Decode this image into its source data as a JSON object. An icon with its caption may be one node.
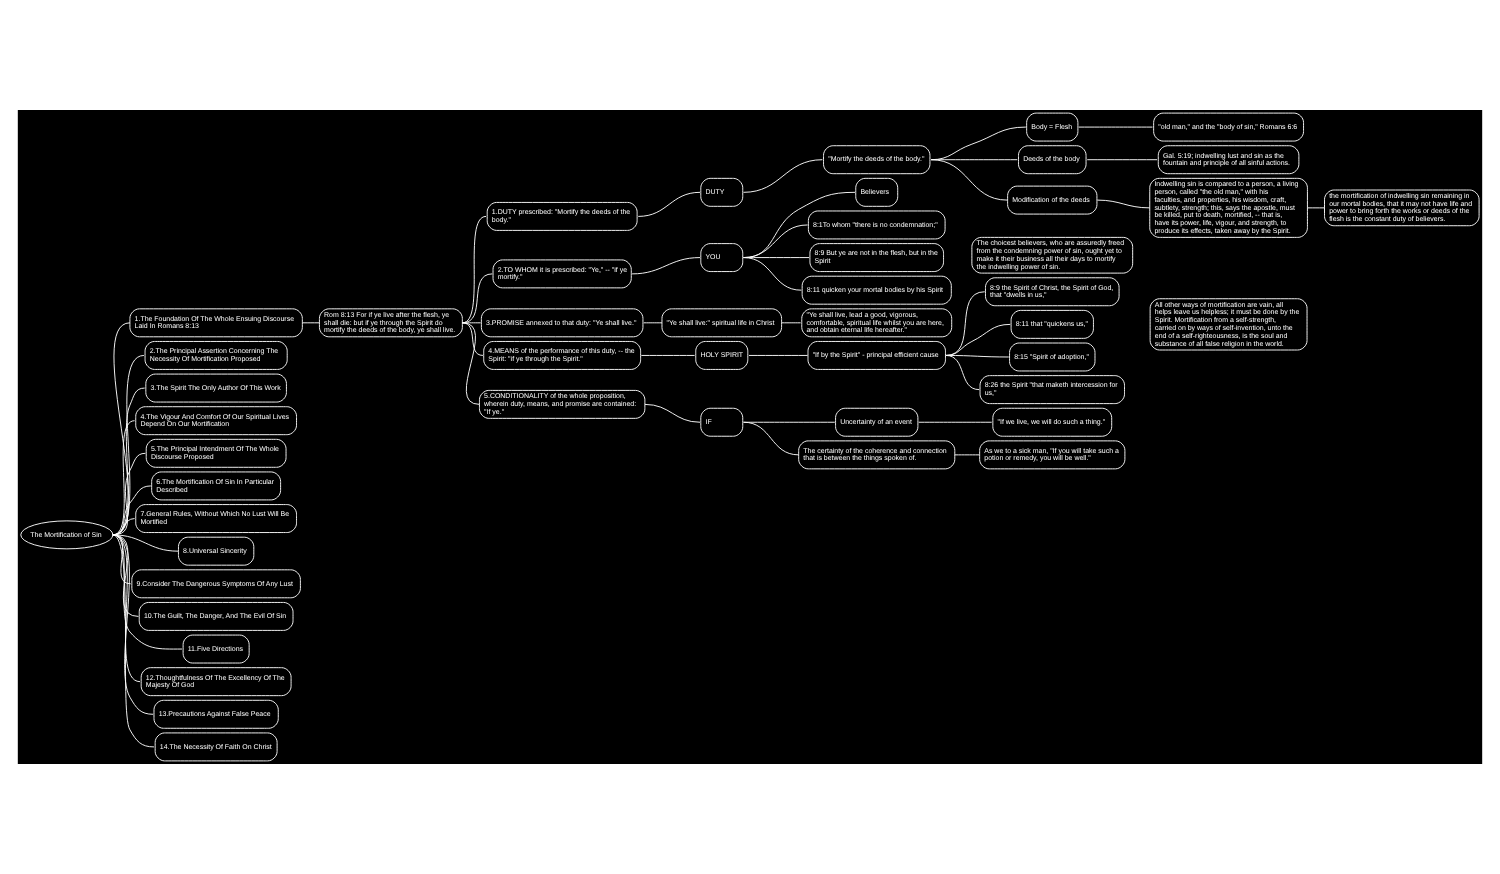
{
  "diagram": {
    "nodes": [
      {
        "text": [
          "The Mortification of Sin"
        ]
      },
      {
        "text": [
          "1.The Foundation Of The Whole Ensuing Discourse Laid In Romans 8:13"
        ]
      },
      {
        "text": [
          "Rom 8:13 For if ye live after the flesh, ye shall die: but if ye through the Spirit do mortify the deeds of the body, ye shall live."
        ]
      },
      {
        "text": [
          "1.DUTY prescribed: \"Mortify the deeds of the body.\""
        ]
      },
      {
        "text": [
          "DUTY"
        ]
      },
      {
        "text": [
          "\"Mortify the deeds of the body.\""
        ]
      },
      {
        "text": [
          "Body = Flesh"
        ]
      },
      {
        "text": [
          "\"old man,\" and the \"body of sin,\" Romans 6:6"
        ]
      },
      {
        "text": [
          "Deeds of the body"
        ]
      },
      {
        "text": [
          "Gal. 5:19; indwelling lust and sin as the fountain and principle of all sinful actions."
        ]
      },
      {
        "text": [
          "Modification of the deeds"
        ]
      },
      {
        "text": [
          "Indwelling sin is compared to a person, a living person, called \"the old man,\" with his faculties, and properties, his wisdom, craft, subtlety, strength; this, says the apostle, must be killed, put to death, mortified, -- that is, have its power, life, vigour, and strength, to produce its effects, taken away by the Spirit."
        ]
      },
      {
        "text": [
          "the mortification of indwelling sin remaining in our mortal bodies, that it may not have life and power to bring forth the works or deeds of the flesh is the constant duty of believers."
        ]
      },
      {
        "text": [
          "2.TO WHOM it is prescribed: \"Ye,\" -- \"if ye mortify.\""
        ]
      },
      {
        "text": [
          "YOU"
        ]
      },
      {
        "text": [
          "Believers"
        ]
      },
      {
        "text": [
          "8:1To whom \"there is no condemnation;\""
        ]
      },
      {
        "text": [
          "8:9 But ye are not in the flesh, but in the Spirit"
        ]
      },
      {
        "text": [
          "8:11 quicken your mortal bodies by his Spirit"
        ]
      },
      {
        "text": [
          "The choicest believers, who are assuredly freed from the condemning power of sin, ought yet to make it their business all their days to mortify the indwelling power of sin."
        ]
      },
      {
        "text": [
          "3.PROMISE annexed to that duty: \"Ye shall live.\""
        ]
      },
      {
        "text": [
          "\"Ye shall live:\" spiritual life in Christ"
        ]
      },
      {
        "text": [
          "\"Ye shall live, lead a good, vigorous, comfortable, spiritual life whilst you are here, and obtain eternal life hereafter.\""
        ]
      },
      {
        "text": [
          "4.MEANS of the performance of this duty, -- the Spirit: \"if ye through the Spirit.\""
        ]
      },
      {
        "text": [
          "HOLY SPIRIT"
        ]
      },
      {
        "text": [
          "\"If by the Spirit\" - principal efficient cause"
        ]
      },
      {
        "text": [
          "8:9 the Spirit of Christ, the Spirit of God, that \"dwells in us,\""
        ]
      },
      {
        "text": [
          "8:11 that \"quickens us,\""
        ]
      },
      {
        "text": [
          "8:15 \"Spirit of adoption,\""
        ]
      },
      {
        "text": [
          "8:26 the Spirit \"that maketh intercession for us,\""
        ]
      },
      {
        "text": [
          "All other ways of mortification are vain, all helps leave us helpless; it must be done by the Spirit. Mortification from a self-strength, carried on by ways of self-invention, unto the end of a self-righteousness, is the soul and substance of all false religion in the world."
        ]
      },
      {
        "text": [
          "5.CONDITIONALITY of the whole proposition, wherein duty, means, and promise are contained: \"If ye.\""
        ]
      },
      {
        "text": [
          "IF"
        ]
      },
      {
        "text": [
          "Uncertainty of an event"
        ]
      },
      {
        "text": [
          "\"If we live, we will do such a thing.\""
        ]
      },
      {
        "text": [
          "The certainty of the coherence and connection that is between the things spoken of."
        ]
      },
      {
        "text": [
          "As we to a sick man, \"If you will take such a potion or remedy, you will be well.\""
        ]
      },
      {
        "text": [
          "2.The Principal Assertion Concerning The Necessity Of Mortification Proposed"
        ]
      },
      {
        "text": [
          "3.The Spirit The Only Author Of This Work"
        ]
      },
      {
        "text": [
          "4.The Vigour And Comfort Of Our Spiritual Lives Depend On Our Mortification"
        ]
      },
      {
        "text": [
          "5.The Principal Intendment Of The Whole Discourse Proposed"
        ]
      },
      {
        "text": [
          "6.The Mortification Of Sin In Particular Described"
        ]
      },
      {
        "text": [
          "7.General Rules, Without Which No Lust Will Be Mortified"
        ]
      },
      {
        "text": [
          "8.Universal Sincerity"
        ]
      },
      {
        "text": [
          "9.Consider The Dangerous Symptoms Of Any Lust"
        ]
      },
      {
        "text": [
          "10.The Guilt, The Danger, And The Evil Of Sin"
        ]
      },
      {
        "text": [
          "11.Five Directions"
        ]
      },
      {
        "text": [
          "12.Thoughtfulness Of The Excellency Of The Majesty Of God"
        ]
      },
      {
        "text": [
          "13.Precautions Against False Peace"
        ]
      },
      {
        "text": [
          "14.The Necessity Of Faith On Christ"
        ]
      }
    ],
    "edges": [
      {
        "from": 0,
        "to": 1,
        "arrow": "none"
      },
      {
        "from": 1,
        "to": 2,
        "arrow": "none"
      },
      {
        "from": 2,
        "to": 3,
        "arrow": "none"
      },
      {
        "from": 3,
        "to": 4,
        "arrow": "none"
      },
      {
        "from": 4,
        "to": 5,
        "arrow": "none"
      },
      {
        "from": 5,
        "to": 6,
        "arrow": "none"
      },
      {
        "from": 6,
        "to": 7,
        "arrow": "none"
      },
      {
        "from": 5,
        "to": 8,
        "arrow": "none"
      },
      {
        "from": 8,
        "to": 9,
        "arrow": "none"
      },
      {
        "from": 5,
        "to": 10,
        "arrow": "none"
      },
      {
        "from": 10,
        "to": 11,
        "arrow": "none"
      },
      {
        "from": 11,
        "to": 12,
        "arrow": "none"
      },
      {
        "from": 2,
        "to": 13,
        "arrow": "none"
      },
      {
        "from": 13,
        "to": 14,
        "arrow": "none"
      },
      {
        "from": 14,
        "to": 15,
        "arrow": "none"
      },
      {
        "from": 14,
        "to": 16,
        "arrow": "none"
      },
      {
        "from": 14,
        "to": 17,
        "arrow": "none"
      },
      {
        "from": 14,
        "to": 18,
        "arrow": "none"
      },
      {
        "from": 2,
        "to": 20,
        "arrow": "none"
      },
      {
        "from": 20,
        "to": 21,
        "arrow": "none"
      },
      {
        "from": 21,
        "to": 22,
        "arrow": "none"
      },
      {
        "from": 2,
        "to": 23,
        "arrow": "none"
      },
      {
        "from": 23,
        "to": 24,
        "arrow": "none"
      },
      {
        "from": 24,
        "to": 25,
        "arrow": "none"
      },
      {
        "from": 25,
        "to": 26,
        "arrow": "none"
      },
      {
        "from": 25,
        "to": 27,
        "arrow": "none"
      },
      {
        "from": 25,
        "to": 28,
        "arrow": "none"
      },
      {
        "from": 25,
        "to": 29,
        "arrow": "none"
      },
      {
        "from": 2,
        "to": 31,
        "arrow": "none"
      },
      {
        "from": 31,
        "to": 32,
        "arrow": "none"
      },
      {
        "from": 32,
        "to": 33,
        "arrow": "none"
      },
      {
        "from": 33,
        "to": 34,
        "arrow": "none"
      },
      {
        "from": 32,
        "to": 35,
        "arrow": "none"
      },
      {
        "from": 35,
        "to": 36,
        "arrow": "none"
      },
      {
        "from": 0,
        "to": 37,
        "arrow": "none"
      },
      {
        "from": 0,
        "to": 38,
        "arrow": "none"
      },
      {
        "from": 0,
        "to": 39,
        "arrow": "none"
      },
      {
        "from": 0,
        "to": 40,
        "arrow": "none"
      },
      {
        "from": 0,
        "to": 41,
        "arrow": "none"
      },
      {
        "from": 0,
        "to": 42,
        "arrow": "none"
      },
      {
        "from": 0,
        "to": 43,
        "arrow": "none"
      },
      {
        "from": 0,
        "to": 44,
        "arrow": "none"
      },
      {
        "from": 0,
        "to": 45,
        "arrow": "none"
      },
      {
        "from": 0,
        "to": 46,
        "arrow": "none"
      },
      {
        "from": 0,
        "to": 47,
        "arrow": "none"
      },
      {
        "from": 0,
        "to": 48,
        "arrow": "none"
      },
      {
        "from": 0,
        "to": 49,
        "arrow": "none"
      }
    ]
  }
}
